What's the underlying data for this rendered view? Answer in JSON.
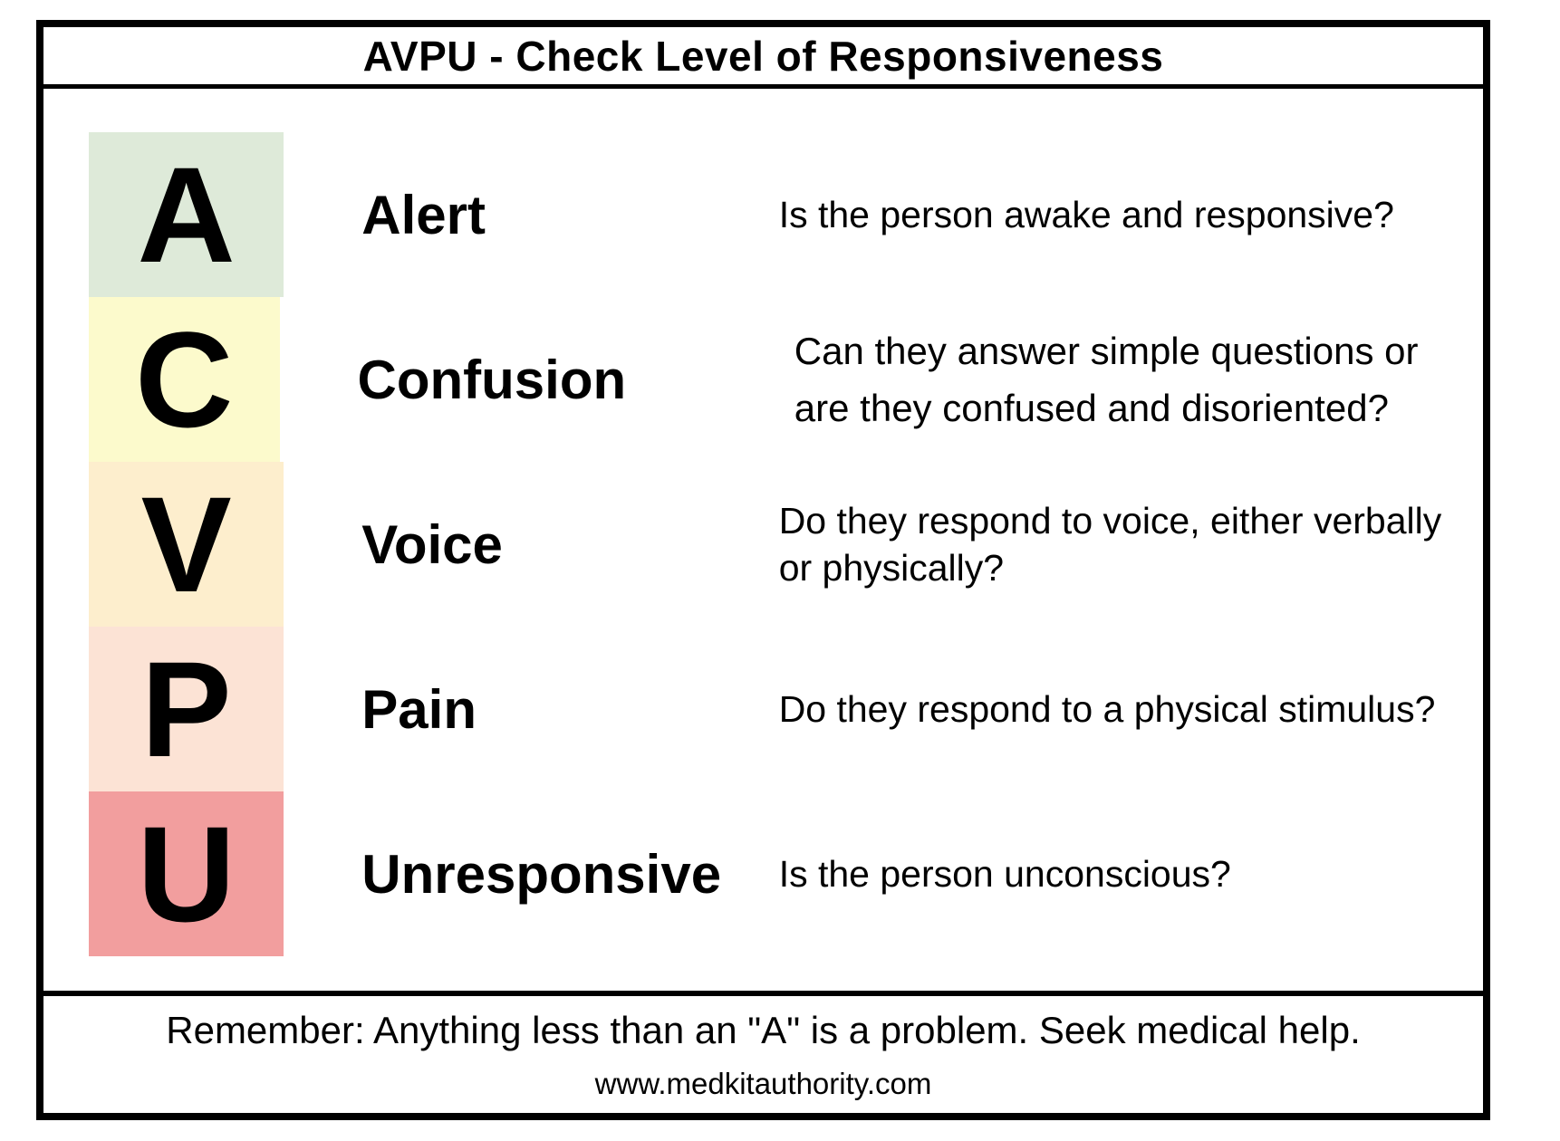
{
  "title": "AVPU - Check Level of Responsiveness",
  "rows": [
    {
      "letter": "A",
      "label": "Alert",
      "description": "Is the person awake and responsive?",
      "color": "#deead9"
    },
    {
      "letter": "C",
      "label": "Confusion",
      "description": "Can they answer simple questions or\nare they confused and disoriented?",
      "color": "#fcfacc"
    },
    {
      "letter": "V",
      "label": "Voice",
      "description": "Do they respond to voice, either verbally\nor physically?",
      "color": "#fdeecd"
    },
    {
      "letter": "P",
      "label": "Pain",
      "description": "Do they respond to a physical stimulus?",
      "color": "#fce3d5"
    },
    {
      "letter": "U",
      "label": "Unresponsive",
      "description": "Is the person unconscious?",
      "color": "#f29e9e"
    }
  ],
  "footer": {
    "reminder": "Remember: Anything less than an \"A\" is a problem. Seek medical help.",
    "website": "www.medkitauthority.com"
  }
}
